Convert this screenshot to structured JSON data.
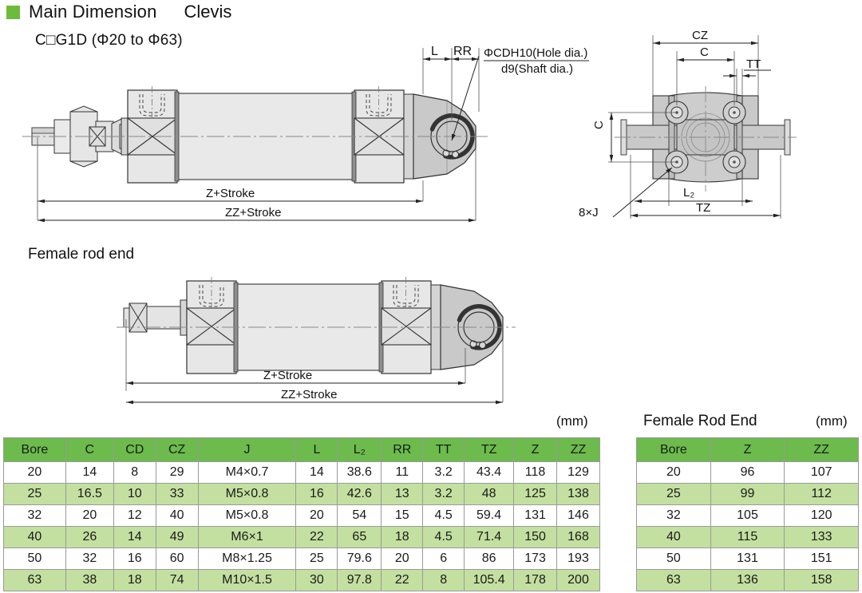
{
  "header": {
    "bullet_color": "#6cbb3c",
    "title": "Main Dimension",
    "subtitle": "Clevis",
    "model": "C□G1D (Φ20 to Φ63)"
  },
  "sections": {
    "female_rod_end_label": "Female rod end"
  },
  "drawing_main": {
    "dim_L": "L",
    "dim_RR": "RR",
    "note_hole": "ΦCDH10(Hole dia.)",
    "note_shaft": "d9(Shaft dia.)",
    "dim_z_stroke": "Z+Stroke",
    "dim_zz_stroke": "ZZ+Stroke"
  },
  "drawing_endview": {
    "dim_CZ": "CZ",
    "dim_C_top": "C",
    "dim_TT": "TT",
    "dim_C_left": "C",
    "dim_L2": "L₂",
    "dim_TZ": "TZ",
    "note_bolts": "8×J"
  },
  "drawing_female": {
    "dim_z_stroke": "Z+Stroke",
    "dim_zz_stroke": "ZZ+Stroke"
  },
  "main_table": {
    "unit": "(mm)",
    "columns": [
      "Bore",
      "C",
      "CD",
      "CZ",
      "J",
      "L",
      "L₂",
      "RR",
      "TT",
      "TZ",
      "Z",
      "ZZ"
    ],
    "rows": [
      [
        "20",
        "14",
        "8",
        "29",
        "M4×0.7",
        "14",
        "38.6",
        "11",
        "3.2",
        "43.4",
        "118",
        "129"
      ],
      [
        "25",
        "16.5",
        "10",
        "33",
        "M5×0.8",
        "16",
        "42.6",
        "13",
        "3.2",
        "48",
        "125",
        "138"
      ],
      [
        "32",
        "20",
        "12",
        "40",
        "M5×0.8",
        "20",
        "54",
        "15",
        "4.5",
        "59.4",
        "131",
        "146"
      ],
      [
        "40",
        "26",
        "14",
        "49",
        "M6×1",
        "22",
        "65",
        "18",
        "4.5",
        "71.4",
        "150",
        "168"
      ],
      [
        "50",
        "32",
        "16",
        "60",
        "M8×1.25",
        "25",
        "79.6",
        "20",
        "6",
        "86",
        "173",
        "193"
      ],
      [
        "63",
        "38",
        "18",
        "74",
        "M10×1.5",
        "30",
        "97.8",
        "22",
        "8",
        "105.4",
        "178",
        "200"
      ]
    ]
  },
  "female_table": {
    "title": "Female Rod End",
    "unit": "(mm)",
    "columns": [
      "Bore",
      "Z",
      "ZZ"
    ],
    "rows": [
      [
        "20",
        "96",
        "107"
      ],
      [
        "25",
        "99",
        "112"
      ],
      [
        "32",
        "105",
        "120"
      ],
      [
        "40",
        "115",
        "133"
      ],
      [
        "50",
        "131",
        "151"
      ],
      [
        "63",
        "136",
        "158"
      ]
    ]
  },
  "colors": {
    "header_green": "#6cbb4c",
    "row_green": "#c3e0a0",
    "bullet": "#6cbb3c",
    "metal_light": "#e8e8e8",
    "metal_mid": "#cfcfcf",
    "metal_dark": "#b8b8b8",
    "line": "#333333"
  }
}
